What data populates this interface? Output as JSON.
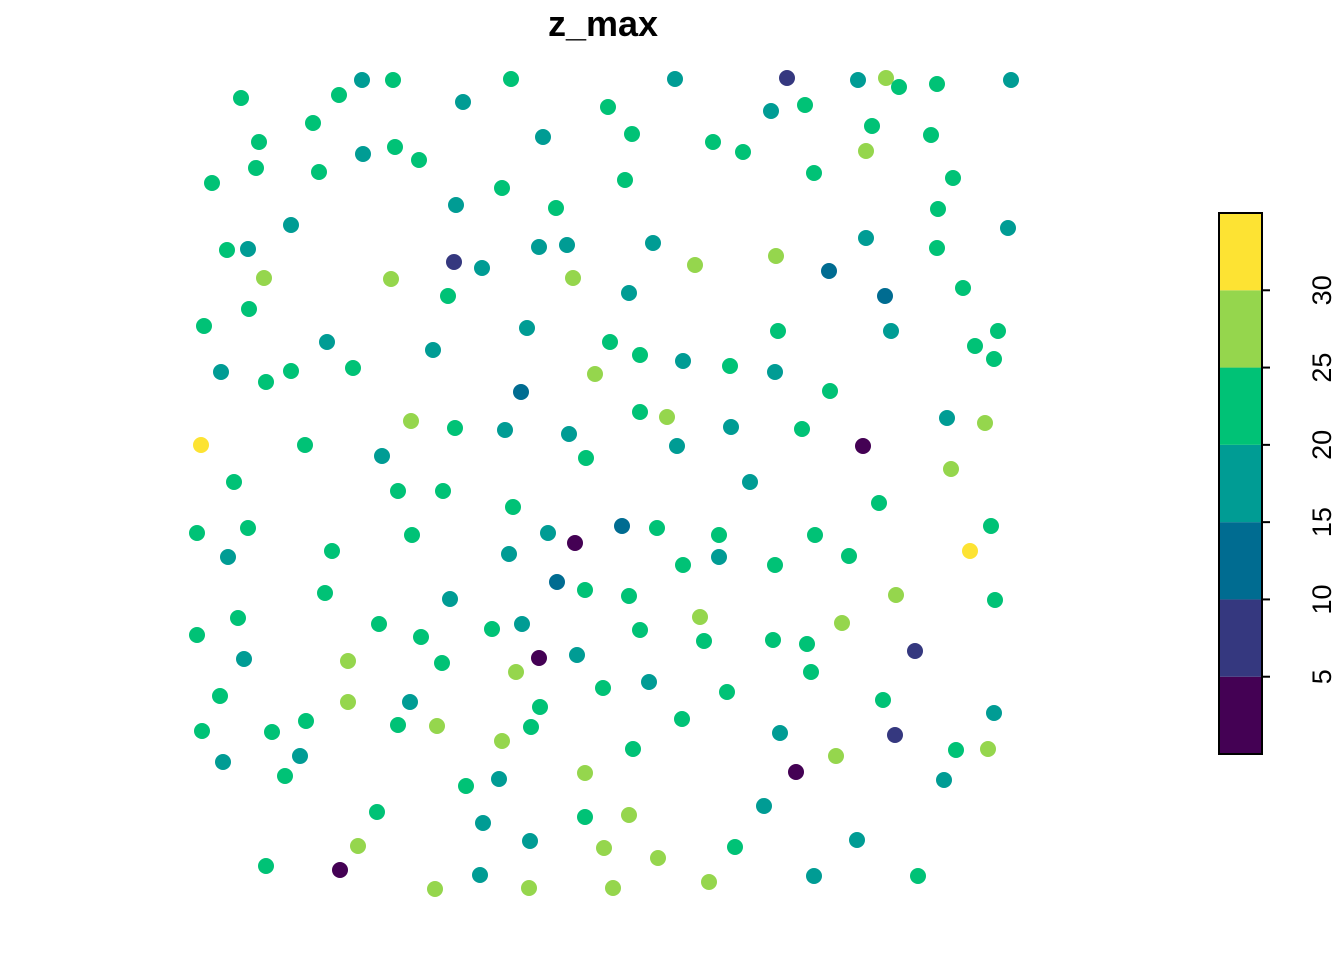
{
  "chart_data": {
    "type": "scatter",
    "title": "z_max",
    "xlabel": "",
    "ylabel": "",
    "grid": false,
    "legend": {
      "type": "color-bar",
      "placement": "right",
      "range": [
        0,
        35
      ],
      "breaks": [
        0,
        5,
        10,
        15,
        20,
        25,
        30,
        35
      ],
      "colors": [
        "#440154",
        "#35387F",
        "#006C91",
        "#009C94",
        "#00C276",
        "#95D64D",
        "#FDE333"
      ],
      "tick_labels": [
        "5",
        "10",
        "15",
        "20",
        "25",
        "30"
      ],
      "tick_values": [
        5,
        10,
        15,
        20,
        25,
        30
      ]
    },
    "points_note": "each point is colored by its z_max class (class index 0..6 maps to legend bins)",
    "points": [
      [
        241,
        98,
        4
      ],
      [
        339,
        95,
        4
      ],
      [
        362,
        80,
        3
      ],
      [
        393,
        80,
        4
      ],
      [
        463,
        102,
        3
      ],
      [
        511,
        79,
        4
      ],
      [
        675,
        79,
        3
      ],
      [
        787,
        78,
        1
      ],
      [
        858,
        80,
        3
      ],
      [
        886,
        78,
        5
      ],
      [
        899,
        87,
        4
      ],
      [
        937,
        84,
        4
      ],
      [
        1011,
        80,
        3
      ],
      [
        313,
        123,
        4
      ],
      [
        608,
        107,
        4
      ],
      [
        771,
        111,
        3
      ],
      [
        805,
        105,
        4
      ],
      [
        872,
        126,
        4
      ],
      [
        259,
        142,
        4
      ],
      [
        543,
        137,
        3
      ],
      [
        632,
        134,
        4
      ],
      [
        713,
        142,
        4
      ],
      [
        743,
        152,
        4
      ],
      [
        931,
        135,
        4
      ],
      [
        256,
        168,
        4
      ],
      [
        363,
        154,
        3
      ],
      [
        395,
        147,
        4
      ],
      [
        419,
        160,
        4
      ],
      [
        866,
        151,
        5
      ],
      [
        212,
        183,
        4
      ],
      [
        319,
        172,
        4
      ],
      [
        502,
        188,
        4
      ],
      [
        625,
        180,
        4
      ],
      [
        814,
        173,
        4
      ],
      [
        953,
        178,
        4
      ],
      [
        456,
        205,
        3
      ],
      [
        556,
        208,
        4
      ],
      [
        938,
        209,
        4
      ],
      [
        291,
        225,
        3
      ],
      [
        1008,
        228,
        3
      ],
      [
        227,
        250,
        4
      ],
      [
        248,
        249,
        3
      ],
      [
        539,
        247,
        3
      ],
      [
        567,
        245,
        3
      ],
      [
        653,
        243,
        3
      ],
      [
        866,
        238,
        3
      ],
      [
        937,
        248,
        4
      ],
      [
        454,
        262,
        1
      ],
      [
        482,
        268,
        3
      ],
      [
        264,
        278,
        5
      ],
      [
        391,
        279,
        5
      ],
      [
        573,
        278,
        5
      ],
      [
        695,
        265,
        5
      ],
      [
        776,
        256,
        5
      ],
      [
        829,
        271,
        2
      ],
      [
        448,
        296,
        4
      ],
      [
        629,
        293,
        3
      ],
      [
        885,
        296,
        2
      ],
      [
        963,
        288,
        4
      ],
      [
        249,
        309,
        4
      ],
      [
        204,
        326,
        4
      ],
      [
        527,
        328,
        3
      ],
      [
        778,
        331,
        4
      ],
      [
        891,
        331,
        3
      ],
      [
        998,
        331,
        4
      ],
      [
        327,
        342,
        3
      ],
      [
        433,
        350,
        3
      ],
      [
        610,
        342,
        4
      ],
      [
        640,
        355,
        4
      ],
      [
        683,
        361,
        3
      ],
      [
        975,
        346,
        4
      ],
      [
        221,
        372,
        3
      ],
      [
        266,
        382,
        4
      ],
      [
        291,
        371,
        4
      ],
      [
        353,
        368,
        4
      ],
      [
        595,
        374,
        5
      ],
      [
        730,
        366,
        4
      ],
      [
        775,
        372,
        3
      ],
      [
        994,
        359,
        4
      ],
      [
        521,
        392,
        2
      ],
      [
        830,
        391,
        4
      ],
      [
        411,
        421,
        5
      ],
      [
        640,
        412,
        4
      ],
      [
        667,
        417,
        5
      ],
      [
        947,
        418,
        3
      ],
      [
        985,
        423,
        5
      ],
      [
        201,
        445,
        6
      ],
      [
        305,
        445,
        4
      ],
      [
        455,
        428,
        4
      ],
      [
        505,
        430,
        3
      ],
      [
        569,
        434,
        3
      ],
      [
        731,
        427,
        3
      ],
      [
        802,
        429,
        4
      ],
      [
        863,
        446,
        0
      ],
      [
        382,
        456,
        3
      ],
      [
        586,
        458,
        4
      ],
      [
        677,
        446,
        3
      ],
      [
        234,
        482,
        4
      ],
      [
        398,
        491,
        4
      ],
      [
        443,
        491,
        4
      ],
      [
        750,
        482,
        3
      ],
      [
        951,
        469,
        5
      ],
      [
        513,
        507,
        4
      ],
      [
        879,
        503,
        4
      ],
      [
        197,
        533,
        4
      ],
      [
        248,
        528,
        4
      ],
      [
        412,
        535,
        4
      ],
      [
        548,
        533,
        3
      ],
      [
        575,
        543,
        0
      ],
      [
        622,
        526,
        2
      ],
      [
        657,
        528,
        4
      ],
      [
        719,
        535,
        4
      ],
      [
        815,
        535,
        4
      ],
      [
        991,
        526,
        4
      ],
      [
        970,
        551,
        6
      ],
      [
        228,
        557,
        3
      ],
      [
        332,
        551,
        4
      ],
      [
        509,
        554,
        3
      ],
      [
        683,
        565,
        4
      ],
      [
        719,
        557,
        3
      ],
      [
        775,
        565,
        4
      ],
      [
        849,
        556,
        4
      ],
      [
        557,
        582,
        2
      ],
      [
        585,
        590,
        4
      ],
      [
        629,
        596,
        4
      ],
      [
        896,
        595,
        5
      ],
      [
        325,
        593,
        4
      ],
      [
        450,
        599,
        3
      ],
      [
        995,
        600,
        4
      ],
      [
        238,
        618,
        4
      ],
      [
        197,
        635,
        4
      ],
      [
        379,
        624,
        4
      ],
      [
        421,
        637,
        4
      ],
      [
        492,
        629,
        4
      ],
      [
        522,
        624,
        3
      ],
      [
        640,
        630,
        4
      ],
      [
        700,
        617,
        5
      ],
      [
        842,
        623,
        5
      ],
      [
        244,
        659,
        3
      ],
      [
        348,
        661,
        5
      ],
      [
        442,
        663,
        4
      ],
      [
        539,
        658,
        0
      ],
      [
        577,
        655,
        3
      ],
      [
        704,
        641,
        4
      ],
      [
        773,
        640,
        4
      ],
      [
        807,
        644,
        4
      ],
      [
        915,
        651,
        1
      ],
      [
        516,
        672,
        5
      ],
      [
        811,
        672,
        4
      ],
      [
        220,
        696,
        4
      ],
      [
        603,
        688,
        4
      ],
      [
        649,
        682,
        3
      ],
      [
        727,
        692,
        4
      ],
      [
        883,
        700,
        4
      ],
      [
        348,
        702,
        5
      ],
      [
        410,
        702,
        3
      ],
      [
        994,
        713,
        3
      ],
      [
        202,
        731,
        4
      ],
      [
        272,
        732,
        4
      ],
      [
        306,
        721,
        4
      ],
      [
        398,
        725,
        4
      ],
      [
        437,
        726,
        5
      ],
      [
        502,
        741,
        5
      ],
      [
        531,
        727,
        4
      ],
      [
        540,
        707,
        4
      ],
      [
        682,
        719,
        4
      ],
      [
        780,
        733,
        3
      ],
      [
        895,
        735,
        1
      ],
      [
        633,
        749,
        4
      ],
      [
        836,
        756,
        5
      ],
      [
        956,
        750,
        4
      ],
      [
        988,
        749,
        5
      ],
      [
        223,
        762,
        3
      ],
      [
        300,
        756,
        3
      ],
      [
        285,
        776,
        4
      ],
      [
        499,
        779,
        3
      ],
      [
        585,
        773,
        5
      ],
      [
        796,
        772,
        0
      ],
      [
        944,
        780,
        3
      ],
      [
        466,
        786,
        4
      ],
      [
        377,
        812,
        4
      ],
      [
        764,
        806,
        3
      ],
      [
        483,
        823,
        3
      ],
      [
        530,
        841,
        3
      ],
      [
        585,
        817,
        4
      ],
      [
        629,
        815,
        5
      ],
      [
        358,
        846,
        5
      ],
      [
        604,
        848,
        5
      ],
      [
        658,
        858,
        5
      ],
      [
        735,
        847,
        4
      ],
      [
        857,
        840,
        3
      ],
      [
        266,
        866,
        4
      ],
      [
        340,
        870,
        0
      ],
      [
        435,
        889,
        5
      ],
      [
        480,
        875,
        3
      ],
      [
        529,
        888,
        5
      ],
      [
        613,
        888,
        5
      ],
      [
        709,
        882,
        5
      ],
      [
        814,
        876,
        3
      ],
      [
        918,
        876,
        4
      ]
    ]
  }
}
